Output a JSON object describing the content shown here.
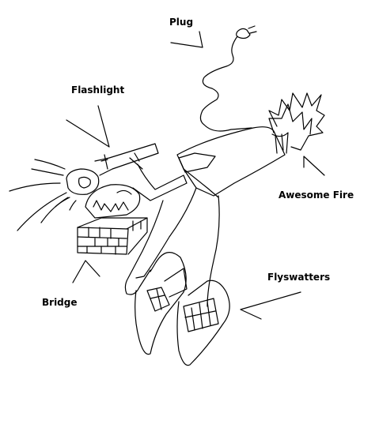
{
  "labels": {
    "plug": "Plug",
    "flashlight": "Flashlight",
    "awesome_fire": "Awesome Fire",
    "flyswatters": "Flyswatters",
    "bridge": "Bridge"
  },
  "colors": {
    "ink": "#000000",
    "background": "#ffffff"
  }
}
